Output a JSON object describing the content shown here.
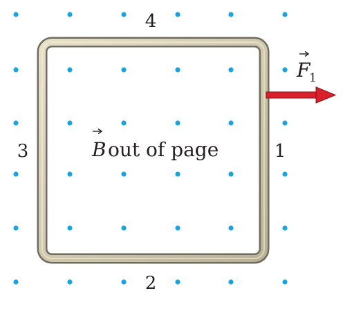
{
  "field_label": {
    "symbol": "B",
    "text": "out of page"
  },
  "side_labels": {
    "top": "4",
    "bottom": "2",
    "left": "3",
    "right": "1"
  },
  "force_label": {
    "symbol": "F",
    "subscript": "1"
  },
  "colors": {
    "dot": "#1aa3dc",
    "arrow": "#d8202a",
    "loop_outer": "#6f6b5f",
    "loop_inner": "#d8d2b6",
    "text": "#231f20"
  }
}
